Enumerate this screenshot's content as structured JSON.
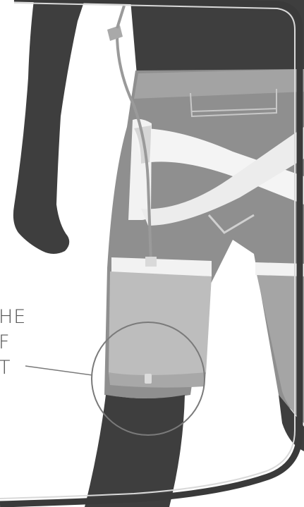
{
  "callout": {
    "lines": [
      "HE",
      "F",
      "T"
    ]
  },
  "colors": {
    "skin": "#3e3e3e",
    "garment": "#8f8f8f",
    "garment_light": "#b2b2b2",
    "garment_mid": "#a5a5a5",
    "waistband": "#9c9c9c",
    "strap": "#f2f2f2",
    "bag": "#bdbdbd",
    "frame": "#3a3a3a",
    "callout_line": "#7a7a7a",
    "callout_text": "#555555"
  },
  "icons": {
    "person": "person-leg-figure-icon",
    "bag": "leg-drainage-bag-icon",
    "magnifier": "callout-circle-icon"
  }
}
